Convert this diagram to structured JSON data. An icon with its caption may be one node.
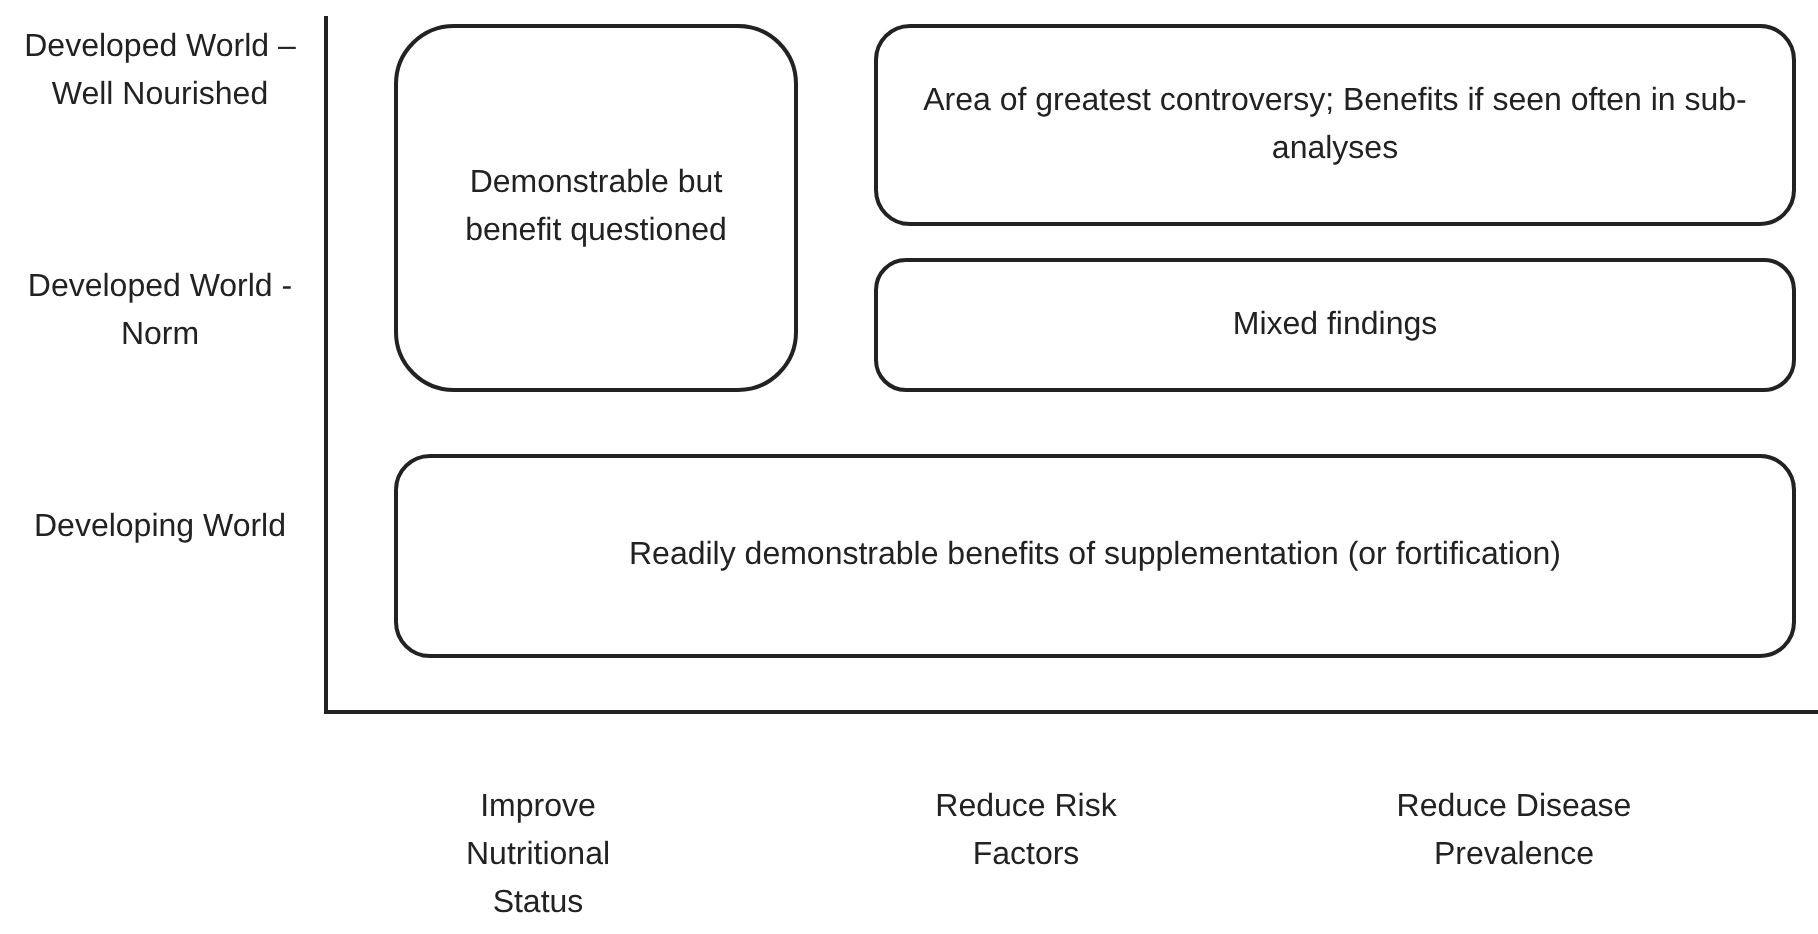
{
  "diagram": {
    "nodes": [
      {
        "text": [
          "Demonstrable but benefit questioned"
        ]
      },
      {
        "text": [
          "Area of greatest controversy; Benefits if seen often in sub-analyses"
        ]
      },
      {
        "text": [
          "Mixed findings"
        ]
      },
      {
        "text": [
          "Readily demonstrable benefits of supplementation (or fortification)"
        ]
      }
    ],
    "edges": [],
    "labels": [
      "Developed World –Well Nourished",
      "Developed World -Norm",
      "Developing World",
      "Improve Nutritional Status",
      "Reduce Risk Factors",
      "Reduce Disease Prevalence"
    ]
  }
}
